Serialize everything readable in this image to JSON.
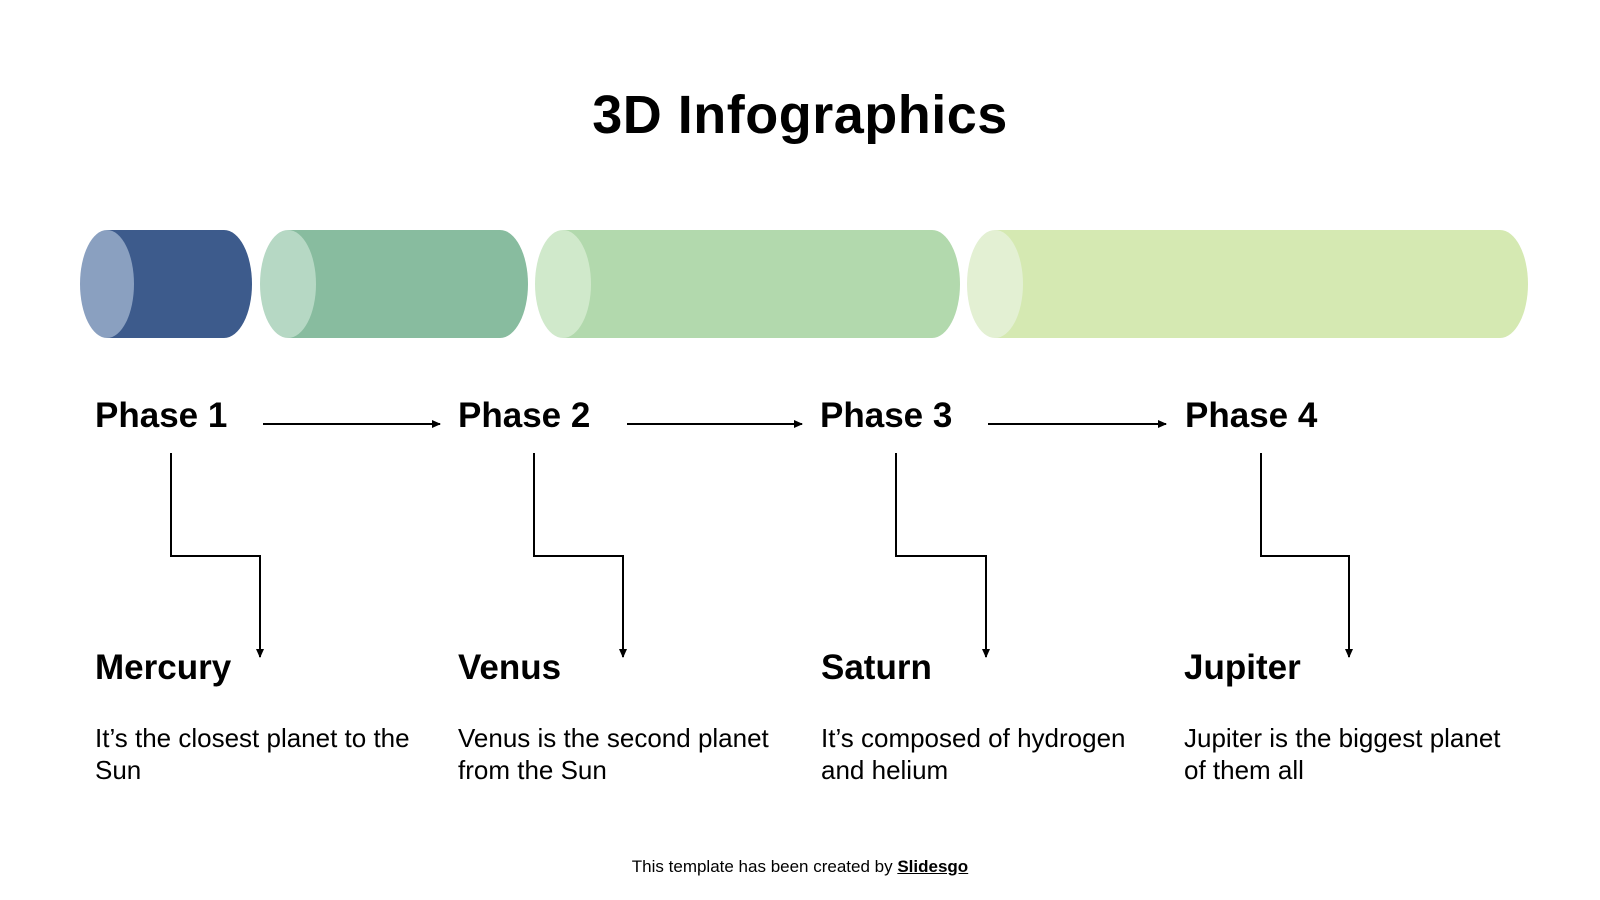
{
  "title": "3D Infographics",
  "colors": {
    "phase1_body": "#3d5b8c",
    "phase1_face": "#8aa0c0",
    "phase2_body": "#88bc9f",
    "phase2_face": "#b6d8c4",
    "phase3_body": "#b2d9ad",
    "phase3_face": "#d0e9cb",
    "phase4_body": "#d5e9b2",
    "phase4_face": "#e3f0d3"
  },
  "phases": [
    {
      "label": "Phase 1",
      "planet": "Mercury",
      "description": "It’s the closest planet to the Sun"
    },
    {
      "label": "Phase 2",
      "planet": "Venus",
      "description": "Venus is the second planet from the Sun"
    },
    {
      "label": "Phase 3",
      "planet": "Saturn",
      "description": "It’s composed of hydrogen and helium"
    },
    {
      "label": "Phase 4",
      "planet": "Jupiter",
      "description": "Jupiter is the biggest planet of them all"
    }
  ],
  "footer": {
    "text": "This template has been created by ",
    "brand": "Slidesgo"
  }
}
